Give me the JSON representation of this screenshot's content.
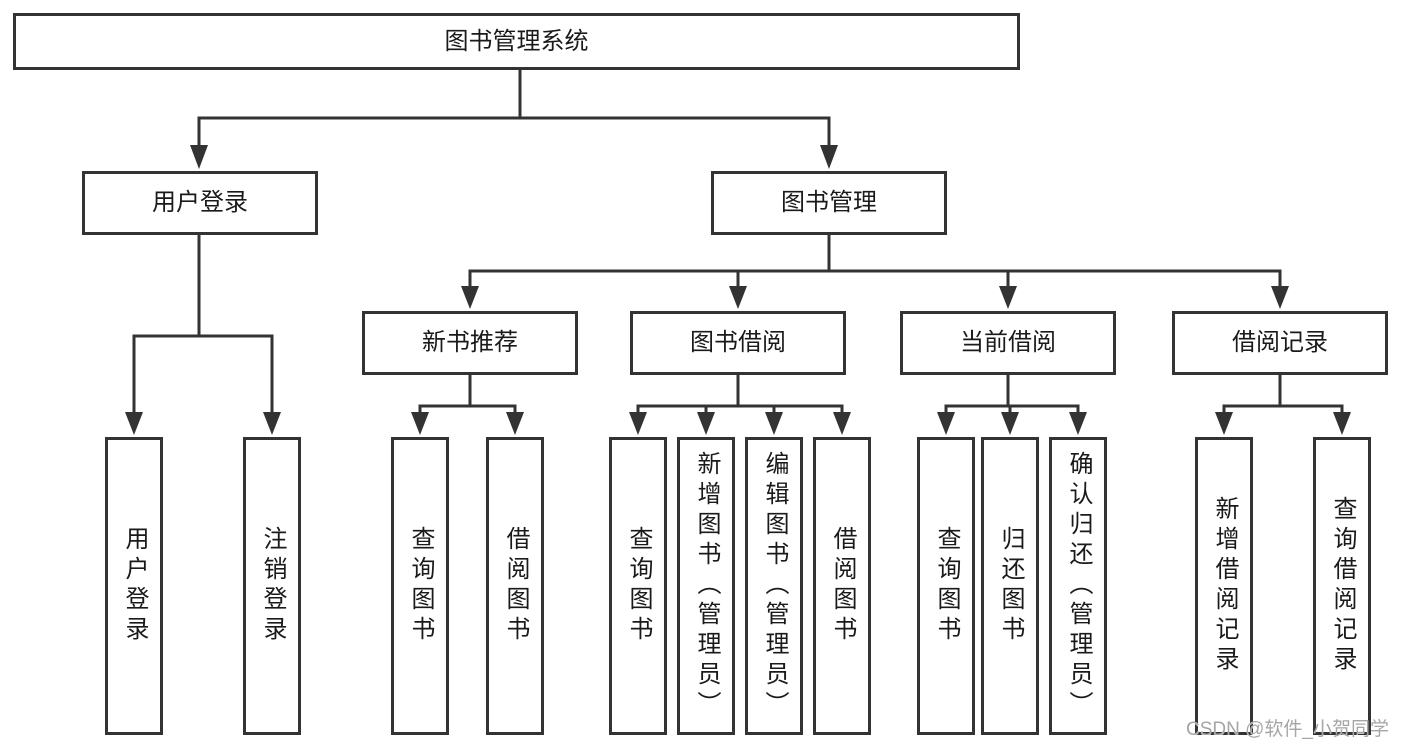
{
  "diagram": {
    "title": "图书管理系统",
    "level2": {
      "user_login": "用户登录",
      "book_mgmt": "图书管理"
    },
    "level3": {
      "new_book": "新书推荐",
      "book_borrow": "图书借阅",
      "current_borrow": "当前借阅",
      "borrow_record": "借阅记录"
    },
    "leaves": {
      "user_login": [
        "用户登录",
        "注销登录"
      ],
      "new_book": [
        "查询图书",
        "借阅图书"
      ],
      "book_borrow": [
        "查询图书",
        "新增图书（管理员）",
        "编辑图书（管理员）",
        "借阅图书"
      ],
      "current_borrow": [
        "查询图书",
        "归还图书",
        "确认归还（管理员）"
      ],
      "borrow_record": [
        "新增借阅记录",
        "查询借阅记录"
      ]
    }
  },
  "watermark": "CSDN @软件_小贺同学",
  "colors": {
    "line": "#333333",
    "text": "#1a1a1a",
    "watermark": "#a6a6a6",
    "background": "#ffffff"
  }
}
